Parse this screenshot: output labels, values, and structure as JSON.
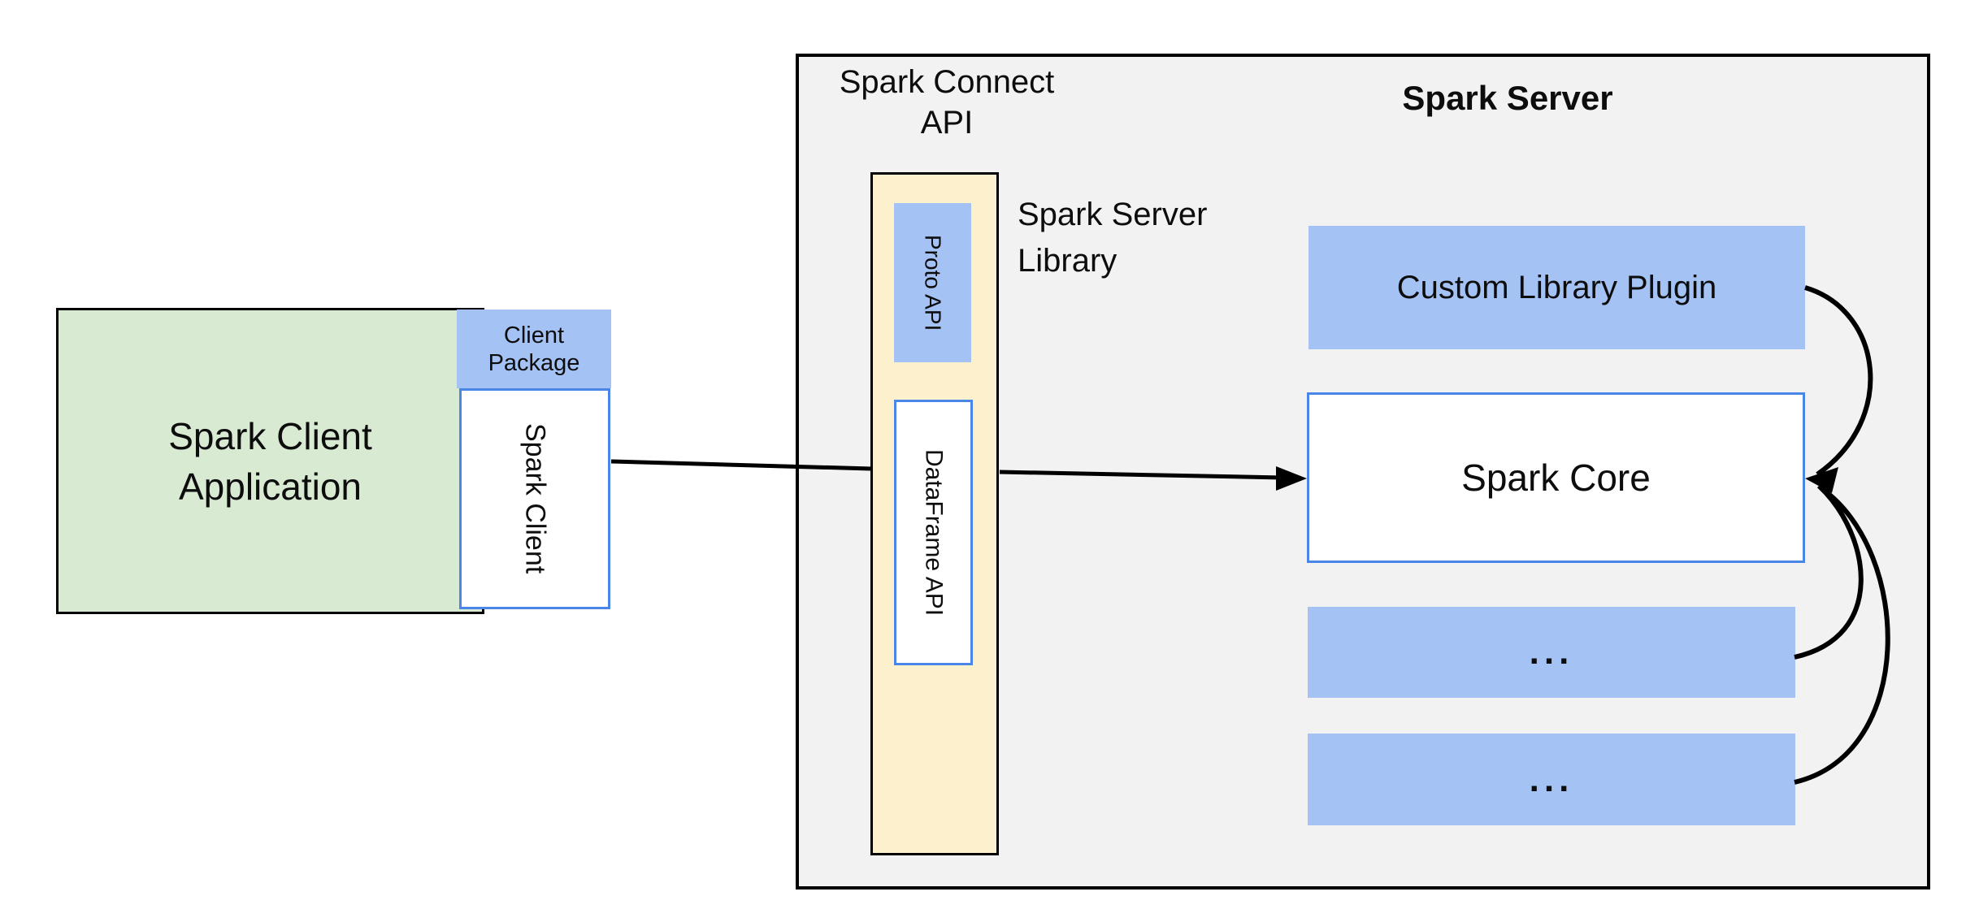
{
  "colors": {
    "canvas_bg": "#ffffff",
    "server_box_bg": "#f2f2f3",
    "green_fill": "#d9ead3",
    "blue_fill": "#a4c2f4",
    "yellow_fill": "#fdf0cd",
    "blue_border": "#4a86e8",
    "line_color": "#000000",
    "text_color": "#0d0d0d"
  },
  "client": {
    "app_label_line1": "Spark Client",
    "app_label_line2": "Application",
    "package_label_line1": "Client",
    "package_label_line2": "Package",
    "client_label": "Spark Client"
  },
  "connect_api": {
    "title_line1": "Spark Connect",
    "title_line2": "API",
    "proto_api_label": "Proto API",
    "dataframe_api_label": "DataFrame API",
    "library_label_line1": "Spark Server",
    "library_label_line2": "Library"
  },
  "server": {
    "title": "Spark Server",
    "plugin_label": "Custom Library Plugin",
    "core_label": "Spark Core",
    "ellipsis_1": "...",
    "ellipsis_2": "..."
  }
}
